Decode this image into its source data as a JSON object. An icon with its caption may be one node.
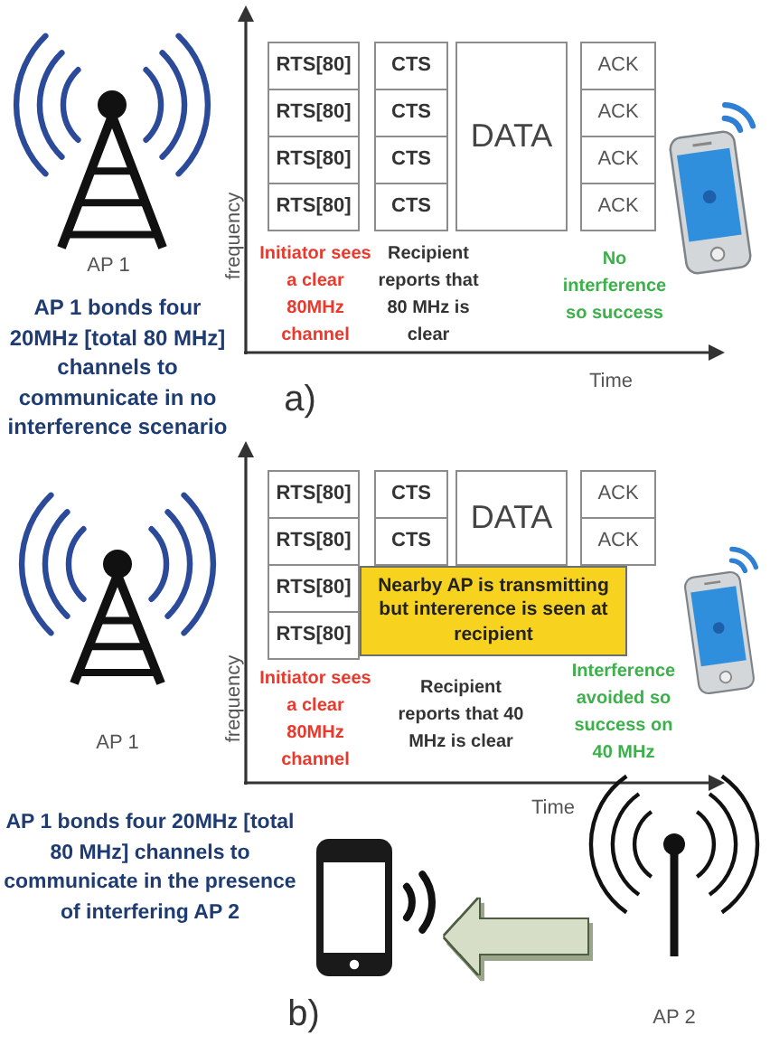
{
  "diagram": {
    "nodes": [
      {
        "text": [
          "RTS[80]"
        ]
      },
      {
        "text": [
          "CTS"
        ]
      },
      {
        "text": [
          "DATA"
        ]
      },
      {
        "text": [
          "ACK"
        ]
      },
      {
        "text": [
          "RTS[80]"
        ]
      },
      {
        "text": [
          "CTS"
        ]
      },
      {
        "text": [
          "ACK"
        ]
      },
      {
        "text": [
          "RTS[80]"
        ]
      },
      {
        "text": [
          "CTS"
        ]
      },
      {
        "text": [
          "ACK"
        ]
      },
      {
        "text": [
          "RTS[80]"
        ]
      },
      {
        "text": [
          "CTS"
        ]
      },
      {
        "text": [
          "ACK"
        ]
      },
      {
        "text": [
          "RTS[80]"
        ]
      },
      {
        "text": [
          "CTS"
        ]
      },
      {
        "text": [
          "DATA"
        ]
      },
      {
        "text": [
          "ACK"
        ]
      },
      {
        "text": [
          "RTS[80]"
        ]
      },
      {
        "text": [
          "CTS"
        ]
      },
      {
        "text": [
          "ACK"
        ]
      },
      {
        "text": [
          "RTS[80]"
        ]
      },
      {
        "text": [
          "Nearby AP is transmitting but intererence is seen at recipient"
        ]
      },
      {
        "text": [
          "RTS[80]"
        ]
      },
      {
        "text": [],
        "shape": "picture"
      },
      {
        "text": [],
        "shape": "picture",
        "beside": [
          "AP 2"
        ]
      }
    ],
    "edges": [
      {
        "from": 24,
        "to": 23,
        "arrow": "to"
      }
    ],
    "labels": [
      "AP 1",
      "frequency",
      "Initiator sees a clear 80MHz channel",
      "Recipient reports that 80 MHz is clear",
      "No interference so success",
      "AP 1 bonds four 20MHz [total 80 MHz] channels to communicate in no interference scenario",
      "Time",
      "a)",
      "frequency",
      "Initiator sees a clear 80MHz channel",
      "Recipient reports that 40 MHz is clear",
      "Interference avoided so success on 40 MHz",
      "AP 1",
      "Time",
      "AP 1 bonds four 20MHz [total 80 MHz] channels to communicate in the presence of interfering AP 2",
      "b)"
    ]
  }
}
